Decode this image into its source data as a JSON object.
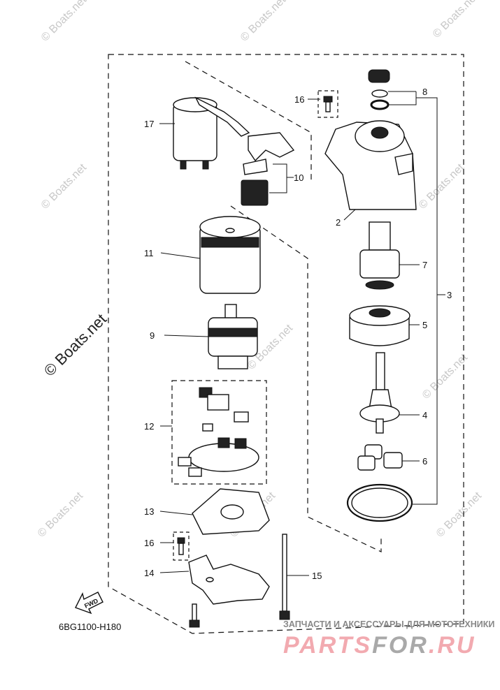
{
  "diagram": {
    "code": "6BG1100-H180",
    "fwd_label": "FWD",
    "callouts": [
      "17",
      "16",
      "8",
      "10",
      "2",
      "11",
      "7",
      "3",
      "5",
      "9",
      "4",
      "12",
      "6",
      "13",
      "16",
      "14",
      "15"
    ],
    "watermark": "© Boats.net"
  },
  "footer": {
    "tagline": "ЗАПЧАСТИ И АКСЕССУАРЫ ДЛЯ МОТОТЕХНИКИ",
    "brand_part1": "PARTS",
    "brand_part2": "FOR",
    "brand_part3": ".RU"
  }
}
